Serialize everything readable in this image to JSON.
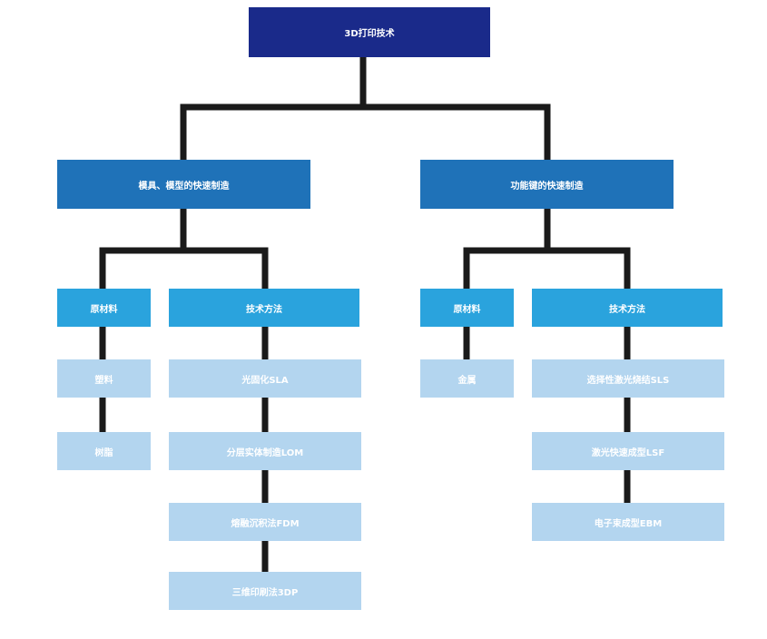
{
  "root": "3D打印技术",
  "branches": [
    {
      "title": "模具、模型的快速制造",
      "groups": [
        {
          "title": "原材料",
          "items": [
            "塑料",
            "树脂"
          ]
        },
        {
          "title": "技术方法",
          "items": [
            "光固化SLA",
            "分层实体制造LOM",
            "熔融沉积法FDM",
            "三维印刷法3DP"
          ]
        }
      ]
    },
    {
      "title": "功能键的快速制造",
      "groups": [
        {
          "title": "原材料",
          "items": [
            "金属"
          ]
        },
        {
          "title": "技术方法",
          "items": [
            "选择性激光烧结SLS",
            "激光快速成型LSF",
            "电子束成型EBM"
          ]
        }
      ]
    }
  ],
  "colors": {
    "root": "#1a2a8a",
    "level1": "#1f72b8",
    "level2": "#2aa3dd",
    "level3": "#b3d5ef",
    "connector": "#1a1a1a"
  }
}
